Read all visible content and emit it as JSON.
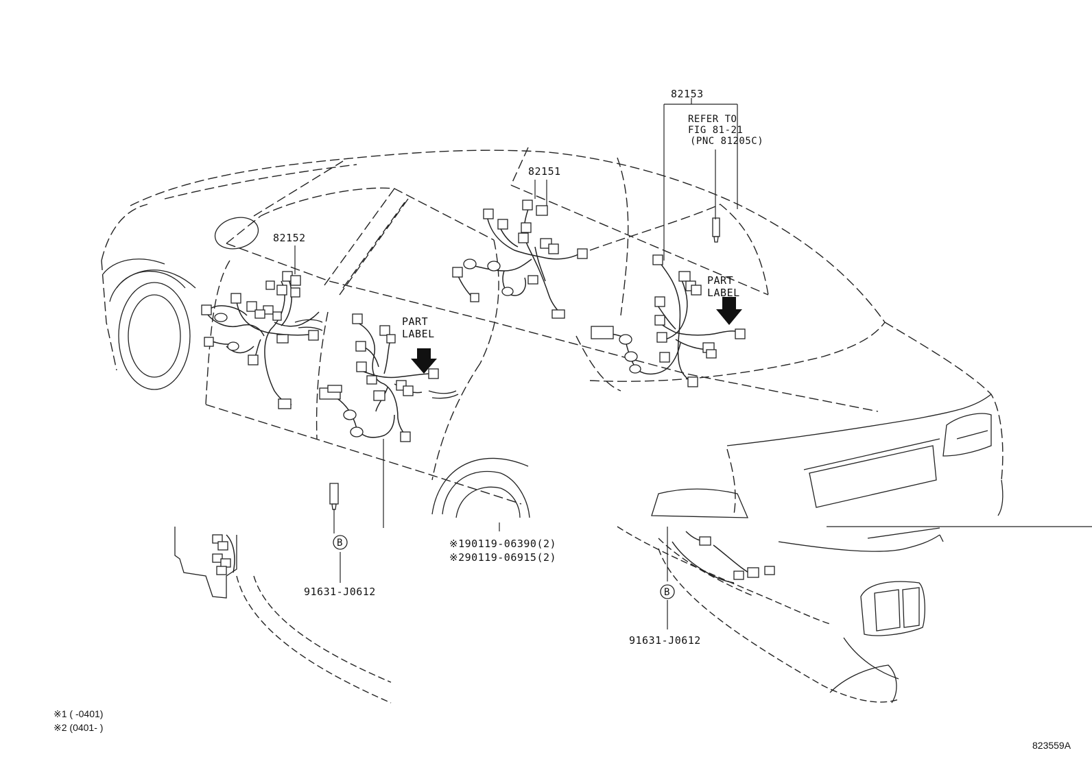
{
  "diagram": {
    "part_numbers": {
      "harness_front_door": "82152",
      "harness_rear_door": "82151",
      "harness_trunk": "82153",
      "clamp_left": "91631-J0612",
      "clamp_right": "91631-J0612",
      "bolt_1": "※190119-06390(2)",
      "bolt_2": "※290119-06915(2)"
    },
    "refer_note": {
      "line1": "REFER TO",
      "line2": "FIG 81-21",
      "line3": "(PNC 81205C)"
    },
    "part_label": {
      "line1": "PART",
      "line2": "LABEL"
    },
    "clamp_marker": "B",
    "footnotes": {
      "note1": "※1 (        -0401)",
      "note2": "※2 (0401-        )"
    },
    "figure_id": "823559A"
  }
}
